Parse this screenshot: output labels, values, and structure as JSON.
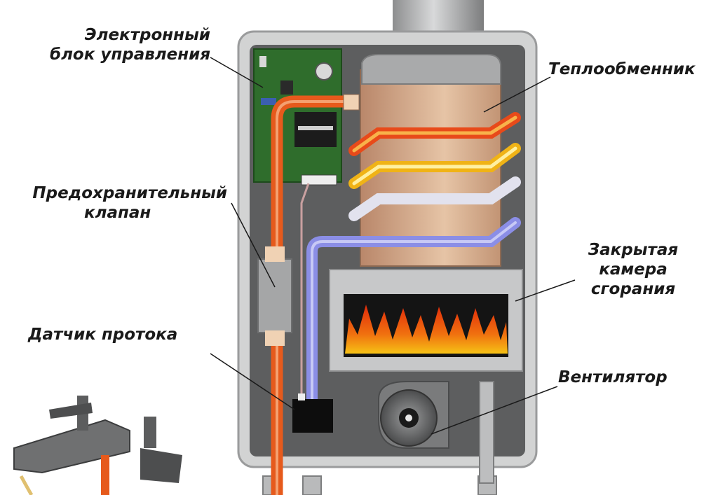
{
  "labels": {
    "control_unit_1": "Электронный",
    "control_unit_2": "блок управления",
    "heat_exchanger": "Теплообменник",
    "safety_valve_1": "Предохранительный",
    "safety_valve_2": "клапан",
    "chamber_1": "Закрытая",
    "chamber_2": "камера",
    "chamber_3": "сгорания",
    "flow_sensor": "Датчик протока",
    "fan": "Вентилятор"
  },
  "colors": {
    "casing": "#d2d3d3",
    "interior": "#5d5e5f",
    "hot_pipe": "#e65a1c",
    "cold_pipe": "#8b8ee6",
    "copper": "#d9b08c",
    "board": "#2f6d2c",
    "flame": "#f2a20d"
  }
}
